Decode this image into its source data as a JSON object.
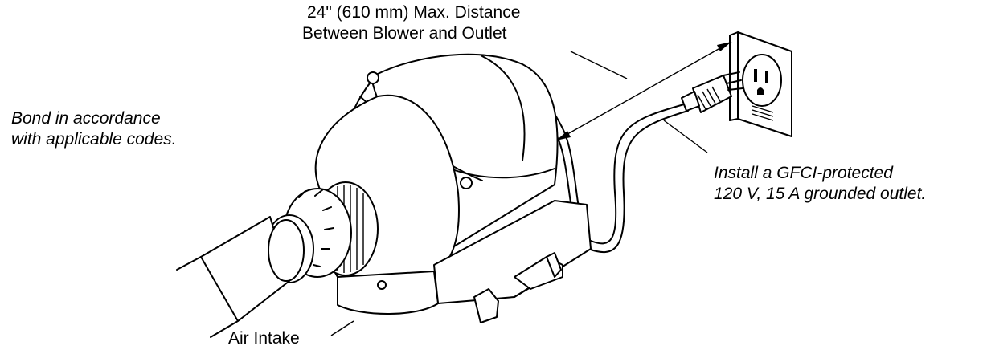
{
  "labels": {
    "distance_line1": "24\" (610 mm) Max. Distance",
    "distance_line2": "Between Blower and Outlet",
    "bond_line1": "Bond in accordance",
    "bond_line2": "with applicable codes.",
    "gfci_line1": "Install a GFCI-protected",
    "gfci_line2": "120 V, 15 A grounded outlet.",
    "air_intake": "Air Intake"
  }
}
